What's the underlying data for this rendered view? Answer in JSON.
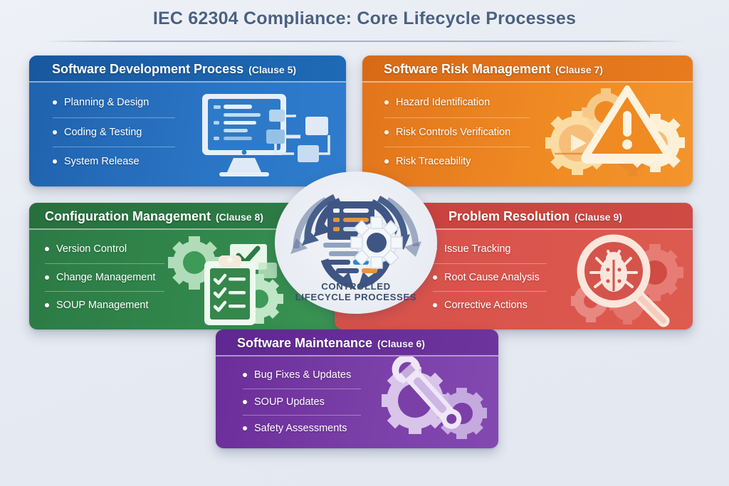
{
  "page": {
    "title": "IEC 62304 Compliance: Core Lifecycle Processes",
    "background_color": "#e8ecf4"
  },
  "hub": {
    "name": "controlled-lifecycle-hub",
    "label_line1": "CONTROLLED",
    "label_line2": "LIFECYCLE PROCESSES",
    "icon": "cycle-arrows-document-gear-icon",
    "color": "#3c4f6e"
  },
  "cards": [
    {
      "id": "software-development-process",
      "title": "Software Development Process",
      "clause": "(Clause 5)",
      "color": "#2268b4",
      "header_color": "#1b64b4",
      "icon": "desktop-flowchart-icon",
      "items": [
        "Planning & Design",
        "Coding & Testing",
        "System Release"
      ]
    },
    {
      "id": "software-risk-management",
      "title": "Software Risk Management",
      "clause": "(Clause 7)",
      "color": "#e87b1e",
      "header_color": "#d86a16",
      "icon": "warning-triangle-gears-icon",
      "items": [
        "Hazard Identification",
        "Risk Controls Verification",
        "Risk Traceability"
      ]
    },
    {
      "id": "configuration-management",
      "title": "Configuration Management",
      "clause": "(Clause 8)",
      "color": "#2e7d46",
      "header_color": "#27703e",
      "icon": "clipboard-checklist-gears-icon",
      "items": [
        "Version Control",
        "Change Management",
        "SOUP Management"
      ]
    },
    {
      "id": "problem-resolution",
      "title": "Problem Resolution",
      "clause": "(Clause 9)",
      "color": "#d9534c",
      "header_color": "#c8403c",
      "icon": "magnifier-bug-gears-icon",
      "items": [
        "Issue Tracking",
        "Root Cause Analysis",
        "Corrective Actions"
      ]
    },
    {
      "id": "software-maintenance",
      "title": "Software Maintenance",
      "clause": "(Clause 6)",
      "color": "#6d2e9b",
      "header_color": "#5f2790",
      "icon": "wrench-gears-icon",
      "items": [
        "Bug Fixes & Updates",
        "SOUP Updates",
        "Safety Assessments"
      ]
    }
  ]
}
